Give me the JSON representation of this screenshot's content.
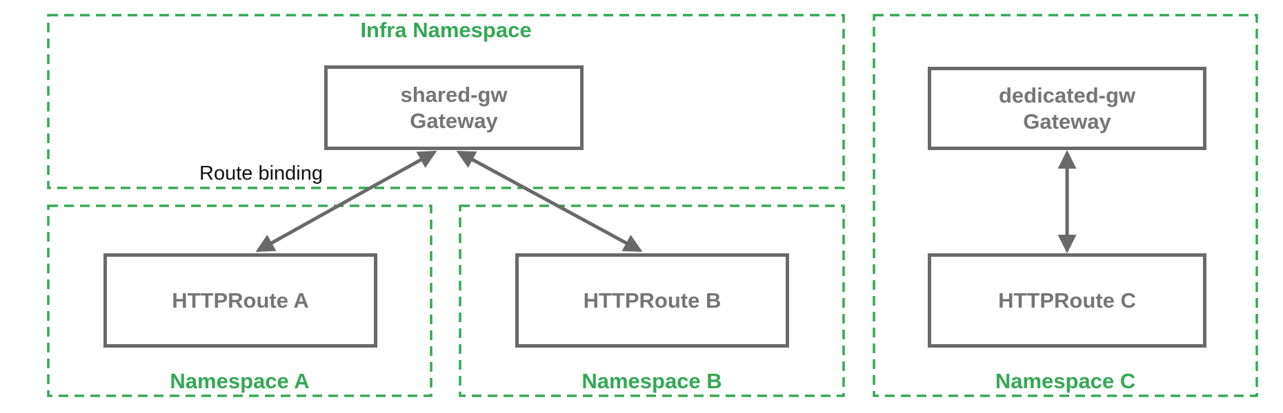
{
  "namespaces": {
    "infra": {
      "label": "Infra Namespace"
    },
    "a": {
      "label": "Namespace A"
    },
    "b": {
      "label": "Namespace B"
    },
    "c": {
      "label": "Namespace C"
    }
  },
  "nodes": {
    "shared_gw": {
      "name": "shared-gw",
      "kind": "Gateway"
    },
    "dedicated_gw": {
      "name": "dedicated-gw",
      "kind": "Gateway"
    },
    "route_a": {
      "label": "HTTPRoute A"
    },
    "route_b": {
      "label": "HTTPRoute B"
    },
    "route_c": {
      "label": "HTTPRoute C"
    }
  },
  "annotations": {
    "route_binding": "Route binding"
  },
  "edges": [
    {
      "from": "HTTPRoute A",
      "to": "shared-gw Gateway",
      "style": "bidirectional-arrow",
      "label": "Route binding"
    },
    {
      "from": "HTTPRoute B",
      "to": "shared-gw Gateway",
      "style": "bidirectional-arrow",
      "label": ""
    },
    {
      "from": "HTTPRoute C",
      "to": "dedicated-gw Gateway",
      "style": "bidirectional-arrow",
      "label": ""
    }
  ],
  "colors": {
    "namespace_green": "#34A853",
    "node_border_gray": "#696969",
    "node_text_gray": "#757575",
    "annotation_black": "#111111",
    "background": "#FFFFFF"
  }
}
